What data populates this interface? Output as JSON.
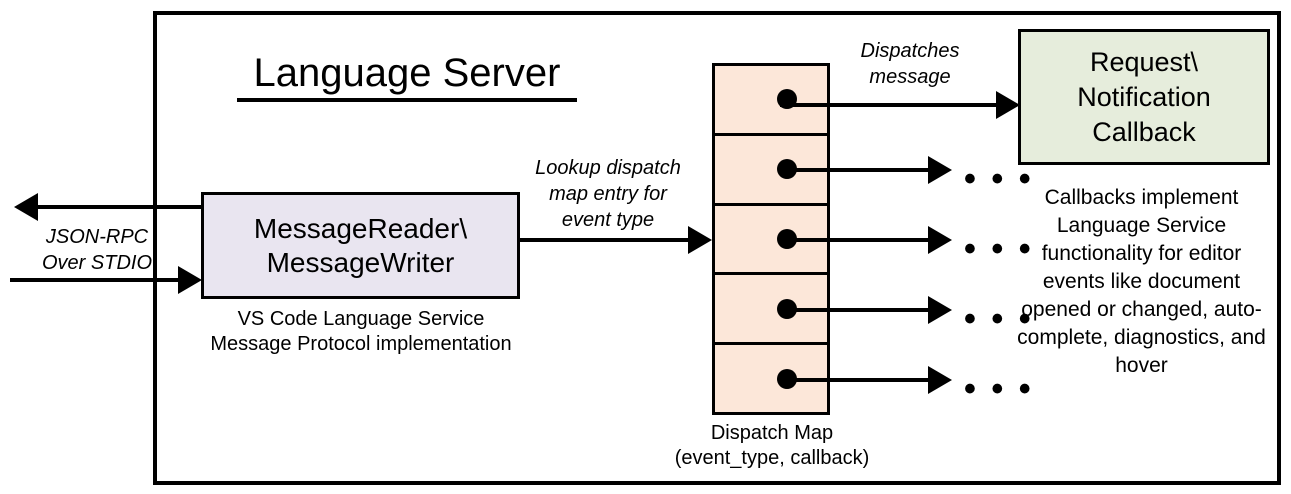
{
  "diagram": {
    "title": "Language Server",
    "outer_frame_label": "Language Server"
  },
  "nodes": {
    "message_io": {
      "label": "MessageReader\\\nMessageWriter",
      "line1": "MessageReader\\",
      "line2": "MessageWriter",
      "fill": "#E9E5F0",
      "caption_line1": "VS Code Language Service",
      "caption_line2": "Message Protocol implementation"
    },
    "dispatch_map": {
      "caption_line1": "Dispatch Map",
      "caption_line2": "(event_type, callback)",
      "fill": "#FCE7D9",
      "cell_count": 5,
      "cells": [
        {
          "index": 1,
          "target": "Request\\Notification Callback"
        },
        {
          "index": 2,
          "target": "..."
        },
        {
          "index": 3,
          "target": "..."
        },
        {
          "index": 4,
          "target": "..."
        },
        {
          "index": 5,
          "target": "..."
        }
      ]
    },
    "callback": {
      "line1": "Request\\",
      "line2": "Notification",
      "line3": "Callback",
      "fill": "#E6EDDC",
      "caption": "Callbacks implement Language Service functionality for editor events like document opened or changed, auto-complete, diagnostics, and hover"
    }
  },
  "edges": {
    "external_io": {
      "label_line1": "JSON-RPC",
      "label_line2": "Over STDIO"
    },
    "lookup": {
      "label_line1": "Lookup dispatch",
      "label_line2": "map entry for",
      "label_line3": "event type"
    },
    "dispatch": {
      "label_line1": "Dispatches",
      "label_line2": "message"
    },
    "ellipsis_glyph": "• • •"
  },
  "colors": {
    "stroke": "#000000",
    "background": "#FFFFFF",
    "message_io_fill": "#E9E5F0",
    "dispatch_map_fill": "#FCE7D9",
    "callback_fill": "#E6EDDC"
  }
}
